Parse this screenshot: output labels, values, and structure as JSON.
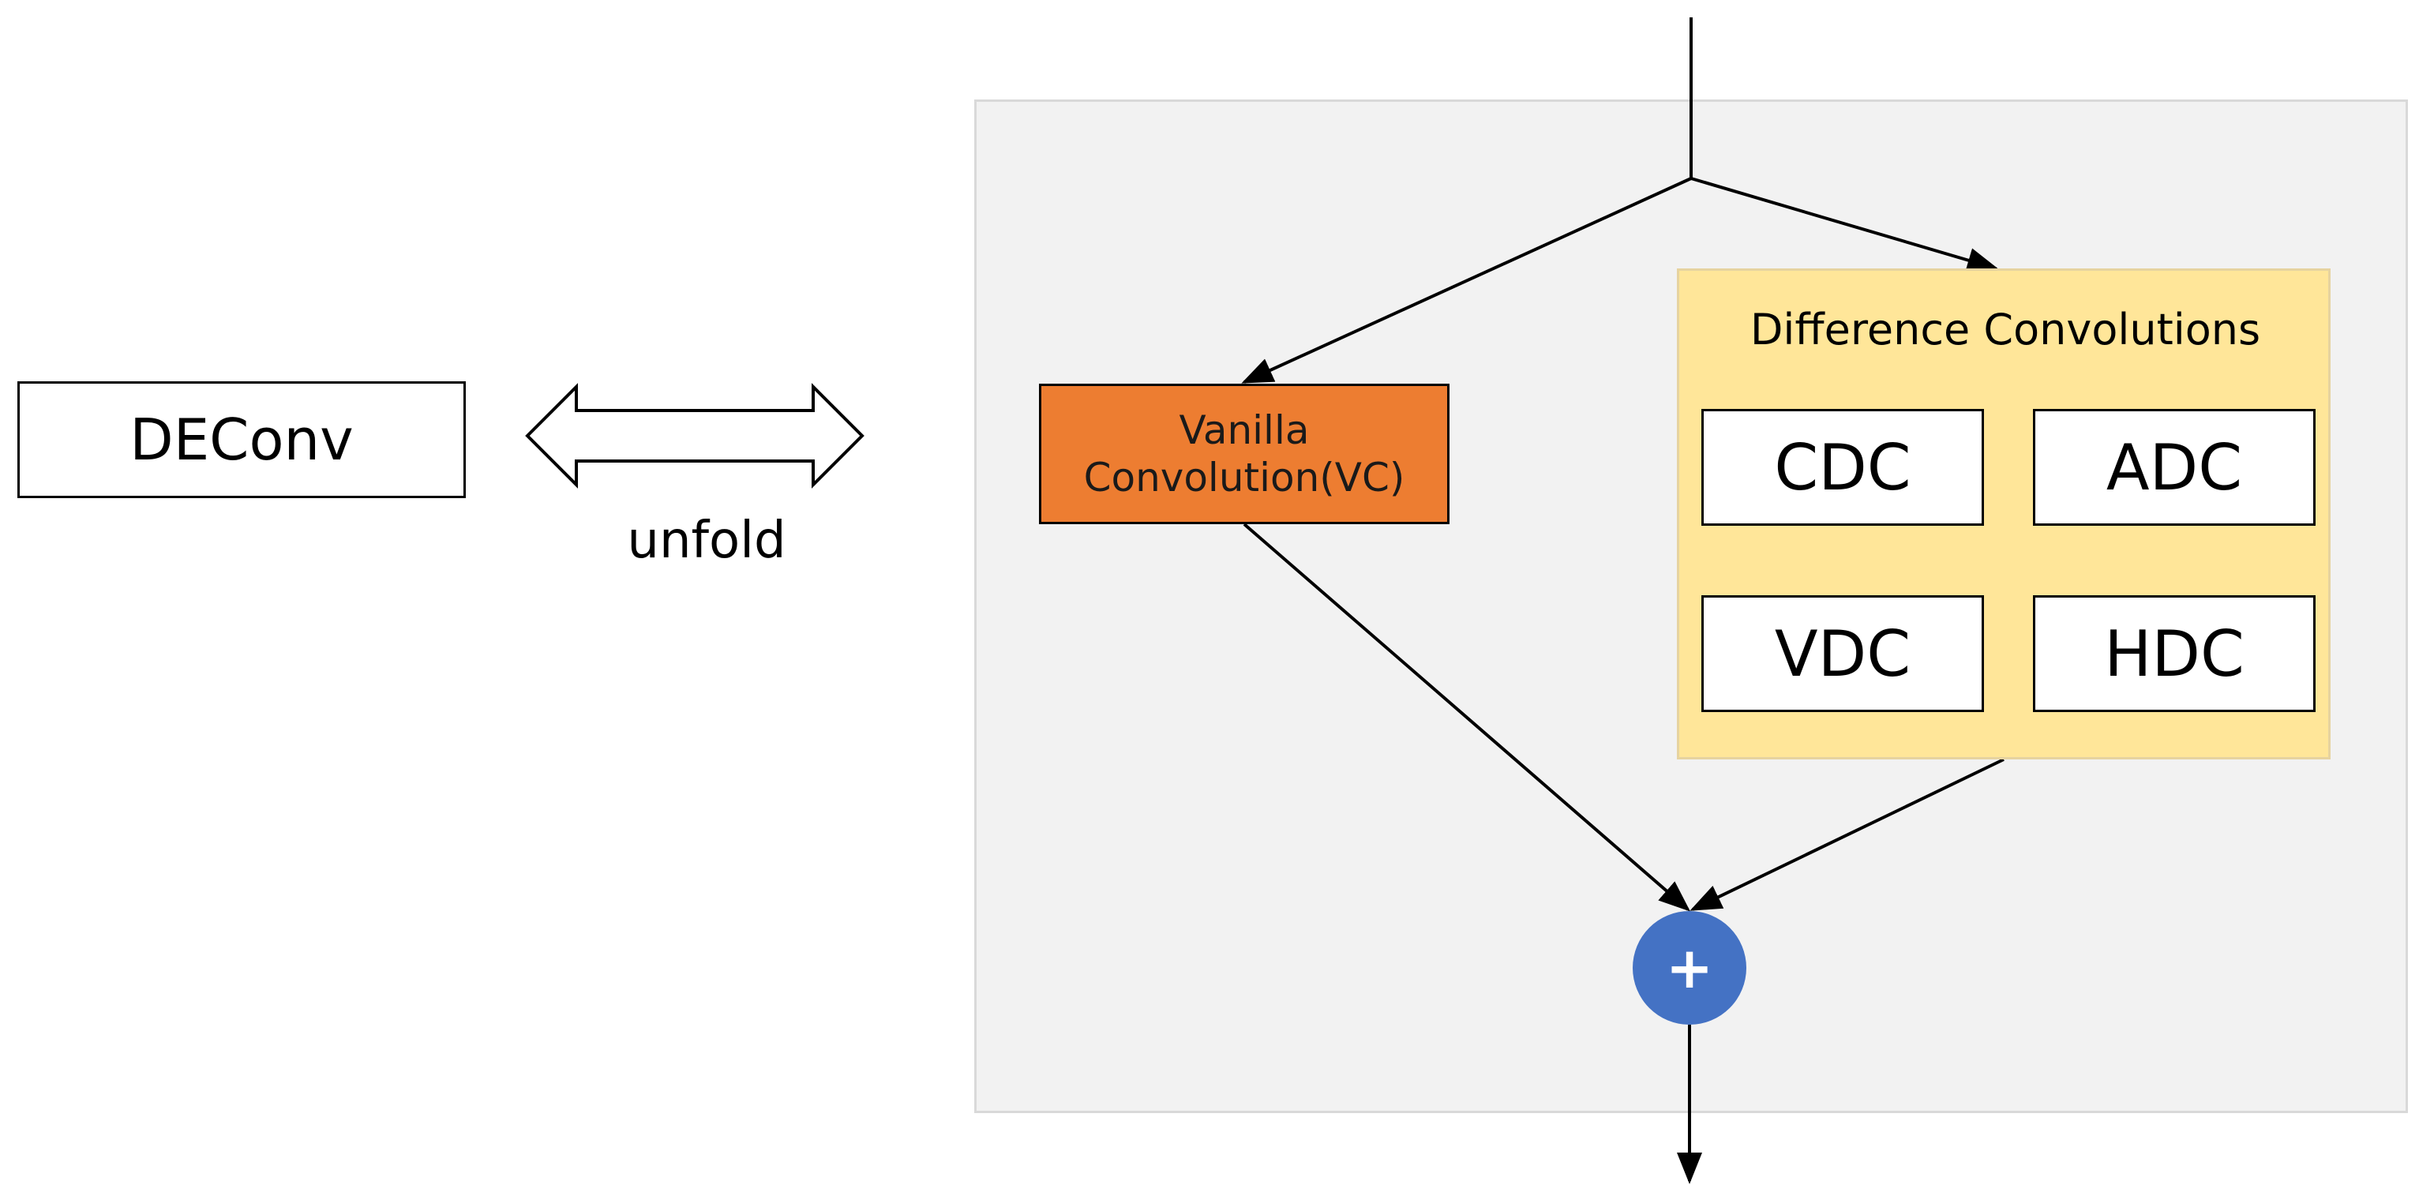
{
  "left": {
    "block_label": "DEConv",
    "relation_label": "unfold"
  },
  "panel": {
    "vanilla": {
      "line1": "Vanilla",
      "line2": "Convolution(VC)"
    },
    "difference_group": {
      "title": "Difference Convolutions",
      "cells": [
        "CDC",
        "ADC",
        "VDC",
        "HDC"
      ]
    },
    "sum_symbol": "+"
  },
  "colors": {
    "panel_bg": "#f2f2f2",
    "vanilla_fill": "#ed7d31",
    "difference_fill": "#ffe699",
    "sum_fill": "#4472c4"
  }
}
